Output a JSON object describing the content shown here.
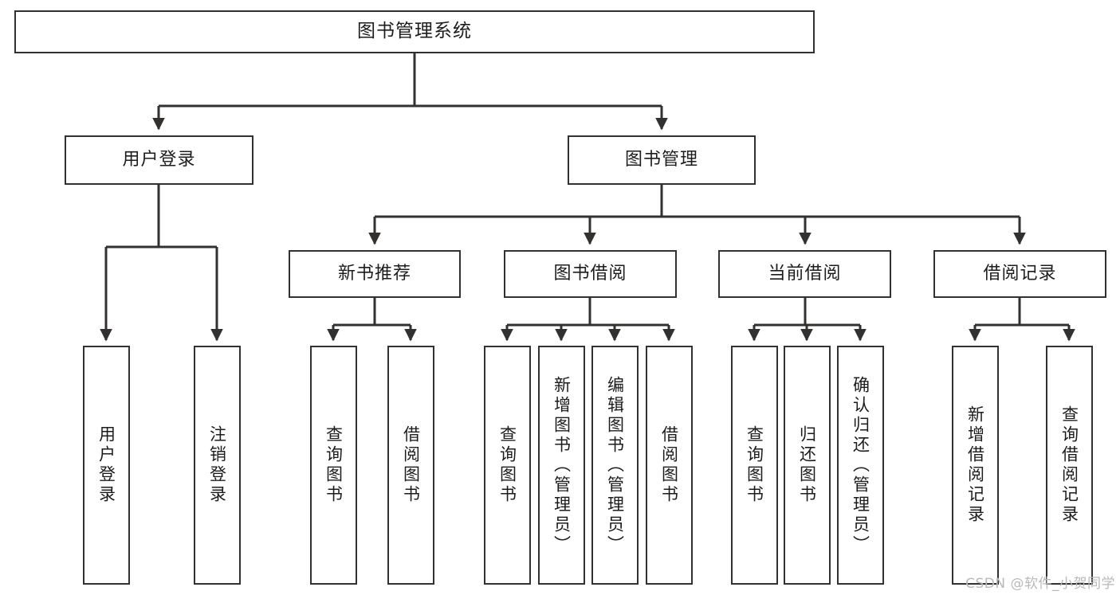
{
  "diagram": {
    "title": "图书管理系统",
    "type": "function-hierarchy-tree",
    "watermark": "CSDN @软件_小贺同学",
    "colors": {
      "box_stroke": "#33312f",
      "box_fill": "#ffffff",
      "line": "#33312f",
      "text": "#1c1c1c",
      "watermark": "#b9b9b9"
    },
    "root": {
      "label": "图书管理系统"
    },
    "level2": [
      {
        "label": "用户登录"
      },
      {
        "label": "图书管理"
      }
    ],
    "level3": [
      {
        "label": "新书推荐"
      },
      {
        "label": "图书借阅"
      },
      {
        "label": "当前借阅"
      },
      {
        "label": "借阅记录"
      }
    ],
    "leaves_user_login": [
      {
        "label": "用户登录"
      },
      {
        "label": "注销登录"
      }
    ],
    "leaves_new_books": [
      {
        "label": "查询图书"
      },
      {
        "label": "借阅图书"
      }
    ],
    "leaves_borrow": [
      {
        "label": "查询图书"
      },
      {
        "label": "新增图书（管理员）"
      },
      {
        "label": "编辑图书（管理员）"
      },
      {
        "label": "借阅图书"
      }
    ],
    "leaves_current": [
      {
        "label": "查询图书"
      },
      {
        "label": "归还图书"
      },
      {
        "label": "确认归还（管理员）"
      }
    ],
    "leaves_records": [
      {
        "label": "新增借阅记录"
      },
      {
        "label": "查询借阅记录"
      }
    ]
  }
}
